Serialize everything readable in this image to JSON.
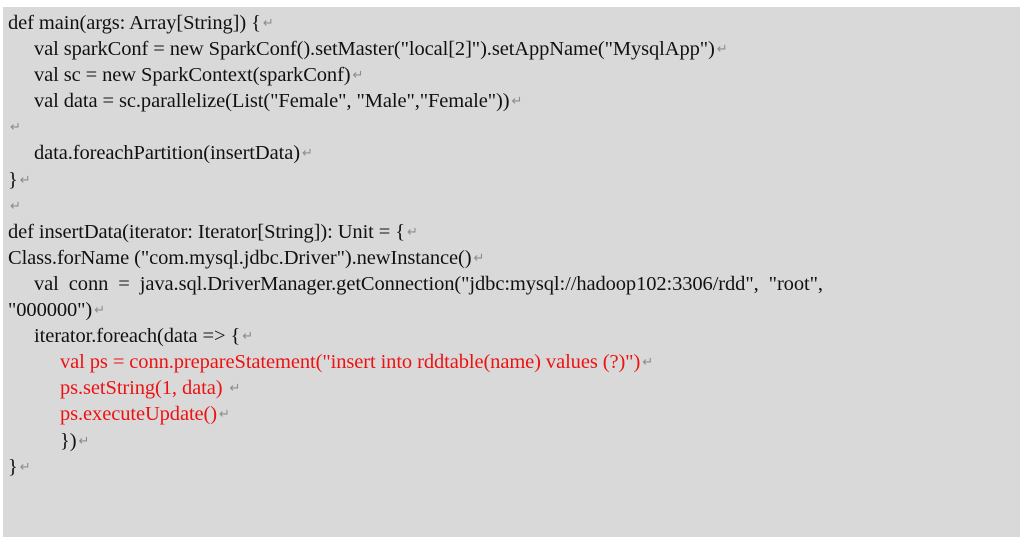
{
  "document": {
    "paragraph_mark": "↵",
    "lines": [
      {
        "text": "def main(args: Array[String]) {",
        "color": "black"
      },
      {
        "text": "val sparkConf = new SparkConf().setMaster(\"local[2]\").setAppName(\"MysqlApp\")",
        "color": "black"
      },
      {
        "text": "val sc = new SparkContext(sparkConf)",
        "color": "black"
      },
      {
        "text": "val data = sc.parallelize(List(\"Female\", \"Male\",\"Female\"))",
        "color": "black"
      },
      {
        "text": "",
        "color": "black"
      },
      {
        "text": "data.foreachPartition(insertData)",
        "color": "black"
      },
      {
        "text": "}",
        "color": "black"
      },
      {
        "text": "",
        "color": "black"
      },
      {
        "text": "def insertData(iterator: Iterator[String]): Unit = {",
        "color": "black"
      },
      {
        "text": "Class.forName (\"com.mysql.jdbc.Driver\").newInstance()",
        "color": "black"
      },
      {
        "text": "val  conn  =  java.sql.DriverManager.getConnection(\"jdbc:mysql://hadoop102:3306/rdd\",  \"root\",",
        "color": "black"
      },
      {
        "text": "\"000000\")",
        "color": "black"
      },
      {
        "text": "iterator.foreach(data => {",
        "color": "black"
      },
      {
        "text": "val ps = conn.prepareStatement(\"insert into rddtable(name) values (?)\")",
        "color": "red"
      },
      {
        "text": "ps.setString(1, data) ",
        "color": "red"
      },
      {
        "text": "ps.executeUpdate()",
        "color": "red"
      },
      {
        "text": "})",
        "color": "black"
      },
      {
        "text": "}",
        "color": "black"
      }
    ]
  }
}
